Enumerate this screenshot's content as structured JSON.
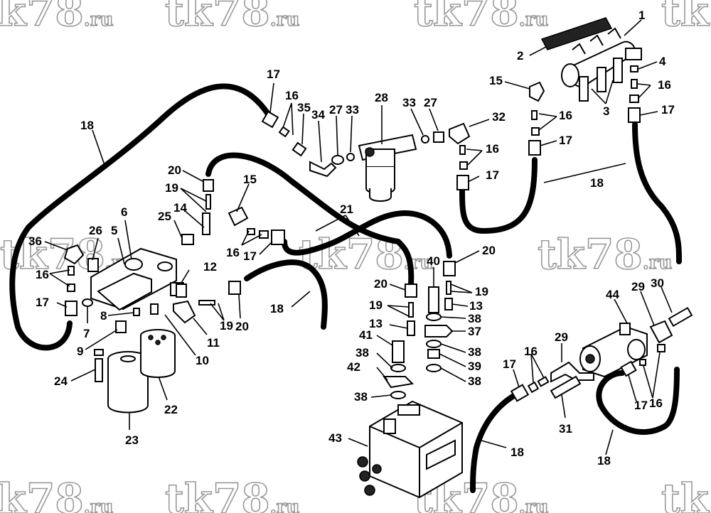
{
  "watermark": {
    "text": "tk78",
    "suffix": ".ru"
  },
  "callouts": {
    "c1": "1",
    "c2": "2",
    "c3": "3",
    "c4": "4",
    "c5": "5",
    "c6": "6",
    "c7": "7",
    "c8": "8",
    "c9": "9",
    "c10": "10",
    "c11": "11",
    "c12": "12",
    "c13": "13",
    "c14": "14",
    "c15": "15",
    "c16": "16",
    "c17": "17",
    "c18": "18",
    "c19": "19",
    "c20": "20",
    "c21": "21",
    "c22": "22",
    "c23": "23",
    "c24": "24",
    "c25": "25",
    "c26": "26",
    "c27": "27",
    "c28": "28",
    "c29": "29",
    "c30": "30",
    "c31": "31",
    "c32": "32",
    "c33": "33",
    "c34": "34",
    "c35": "35",
    "c36": "36",
    "c37": "37",
    "c38": "38",
    "c39": "39",
    "c40": "40",
    "c41": "41",
    "c42": "42",
    "c43": "43",
    "c44": "44"
  }
}
